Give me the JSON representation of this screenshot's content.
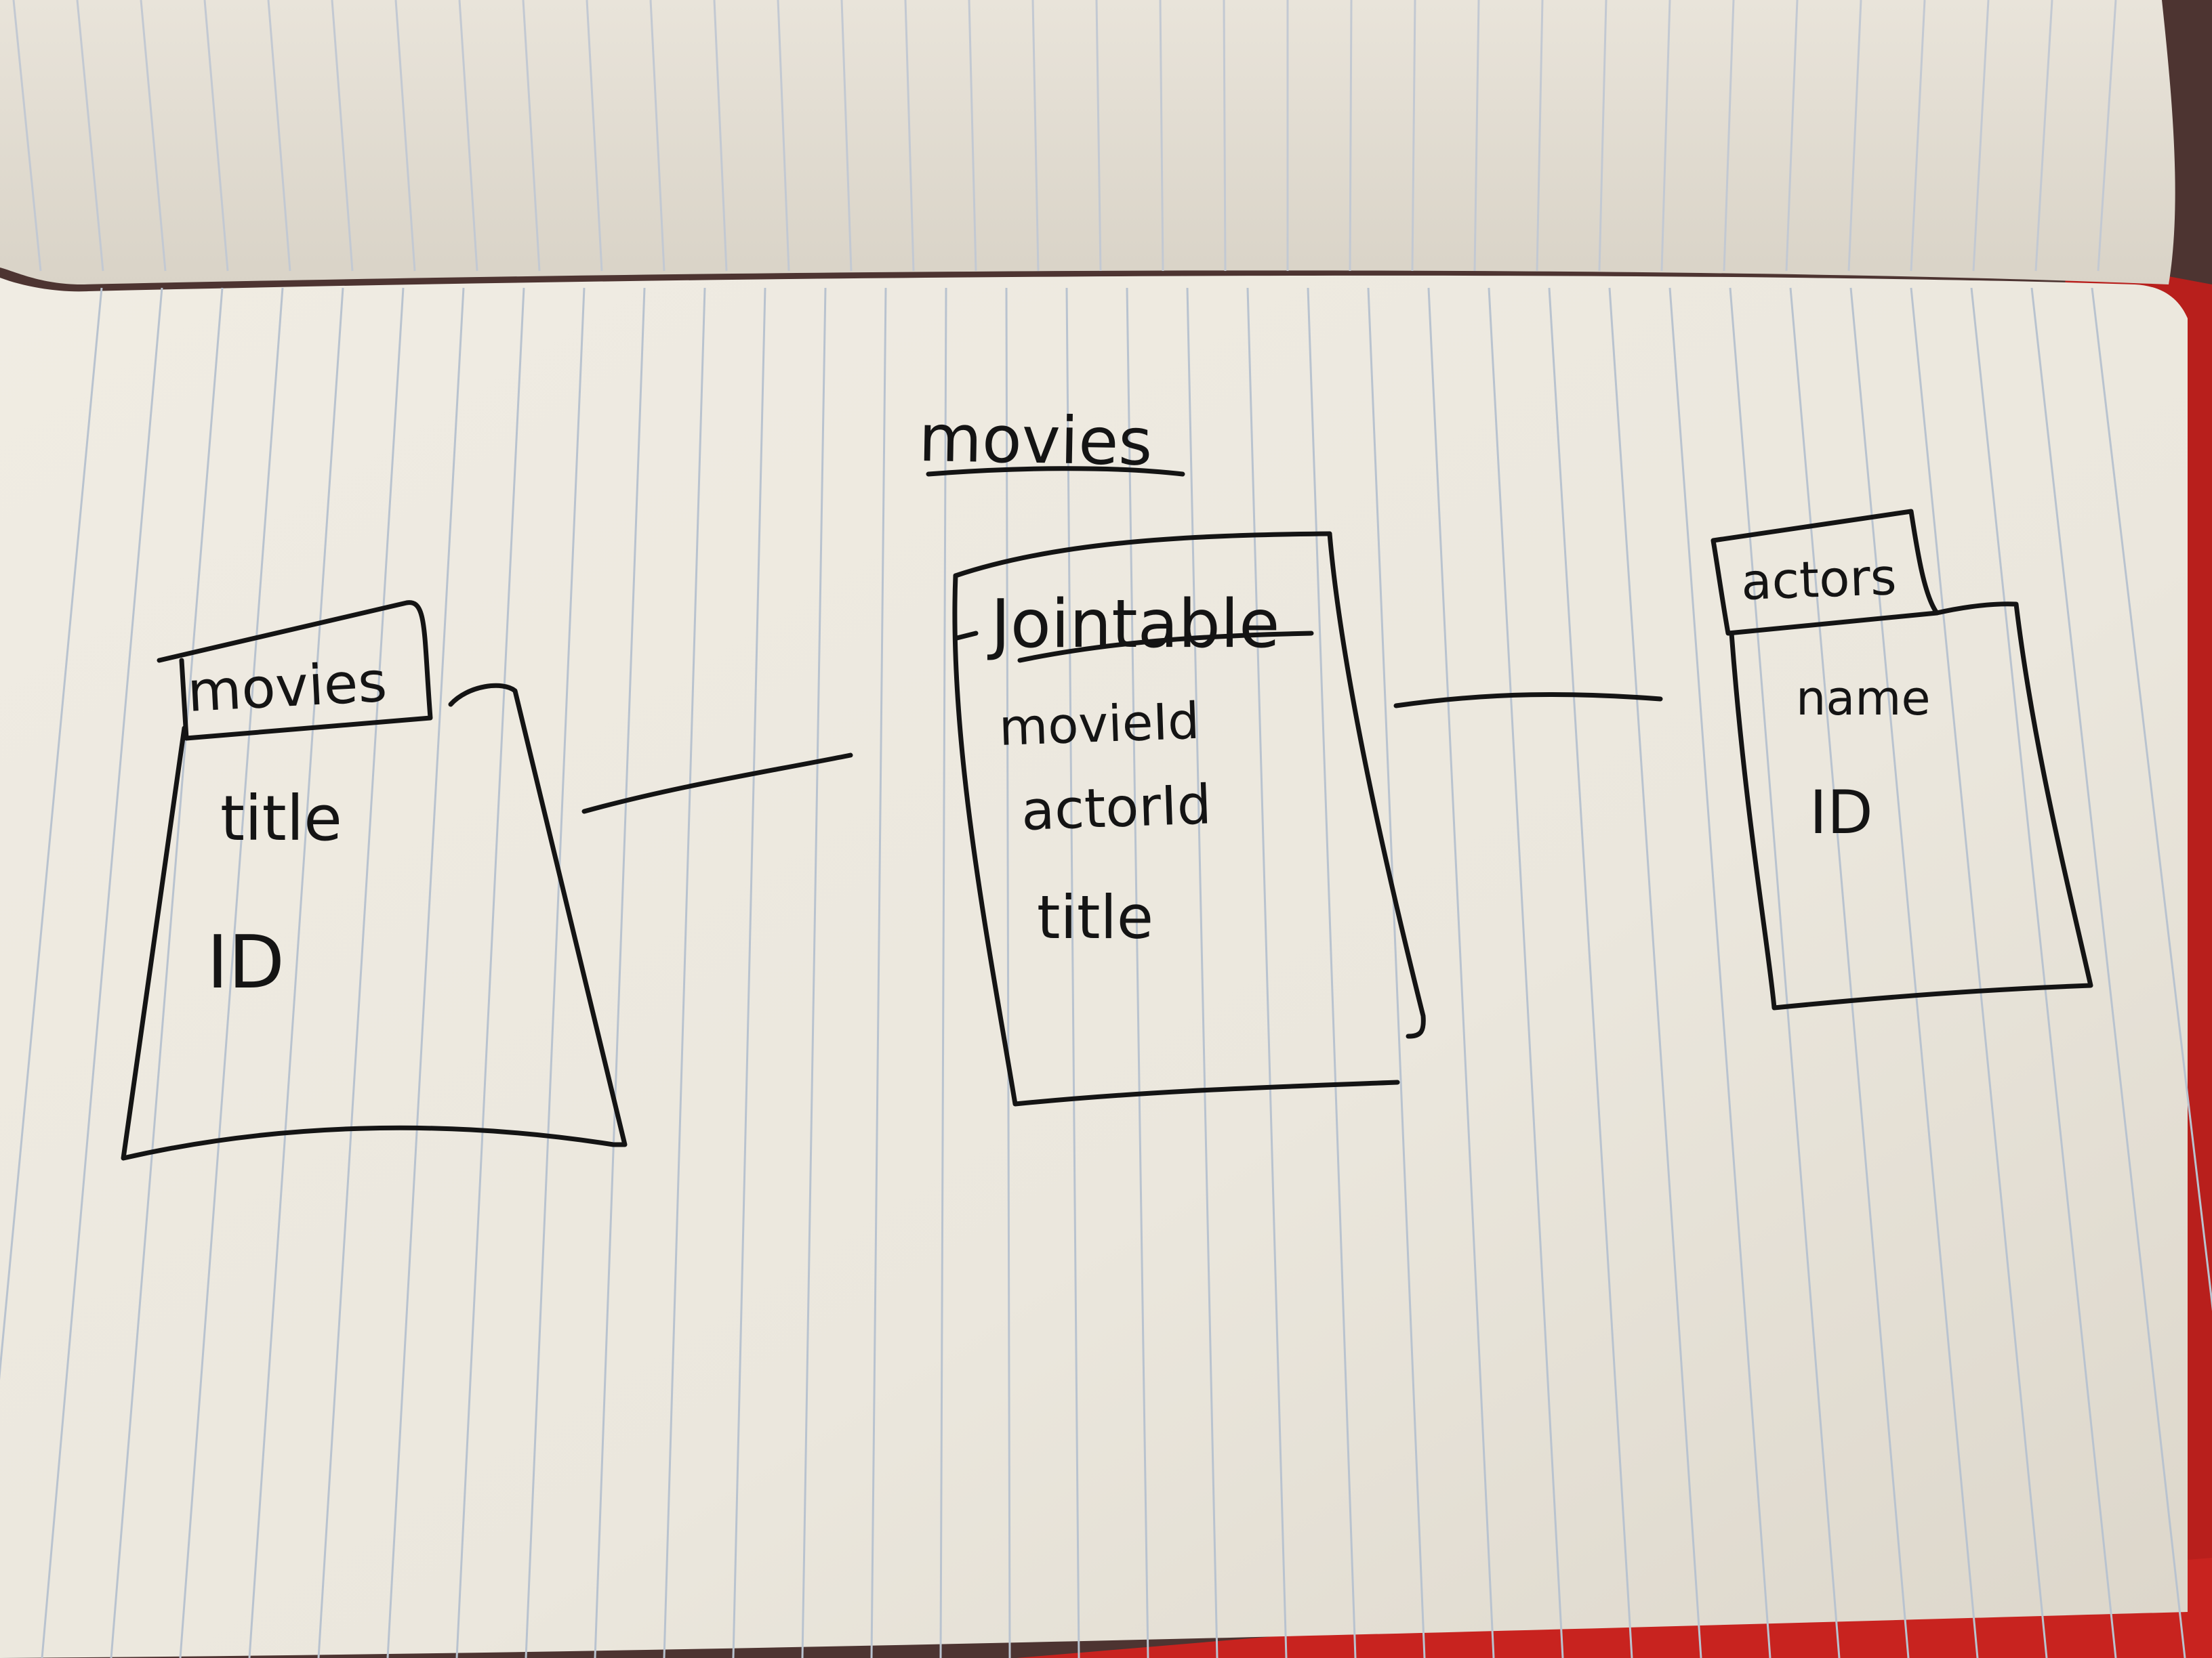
{
  "page": {
    "paper_color": "#f1ede4",
    "rule_color": "#b9c3cf",
    "ink_color": "#141414",
    "cover_color": "#c8231f"
  },
  "diagram": {
    "heading": "movies",
    "tables": {
      "movies": {
        "name": "movies",
        "fields": [
          "title",
          "ID"
        ]
      },
      "join": {
        "name": "Jointable",
        "fields": [
          "movieId",
          "actorId",
          "title"
        ]
      },
      "actors": {
        "name": "actors",
        "fields": [
          "name",
          "ID"
        ]
      }
    },
    "connectors": [
      {
        "from": "movies",
        "to": "join"
      },
      {
        "from": "join",
        "to": "actors"
      }
    ]
  }
}
